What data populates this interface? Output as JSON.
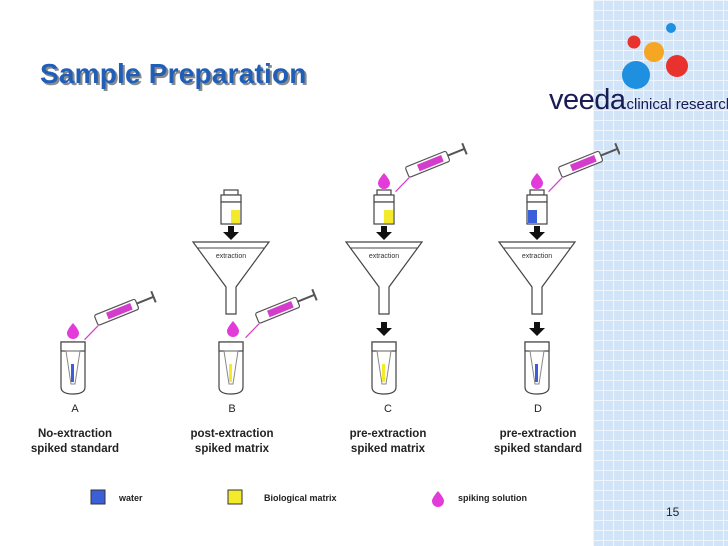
{
  "slide": {
    "title": "Sample Preparation",
    "number": "15"
  },
  "logo": {
    "main": "veeda",
    "sub": "clinical research",
    "dot_colors": [
      "#1f8fe0",
      "#f5a623",
      "#e8322e",
      "#9a7fc2"
    ]
  },
  "diagram": {
    "funnel_label": "extraction",
    "panels": [
      {
        "letter": "A",
        "line1": "No-extraction",
        "line2": "spiked standard"
      },
      {
        "letter": "B",
        "line1": "post-extraction",
        "line2": "spiked matrix"
      },
      {
        "letter": "C",
        "line1": "pre-extraction",
        "line2": "spiked matrix"
      },
      {
        "letter": "D",
        "line1": "pre-extraction",
        "line2": "spiked standard"
      }
    ],
    "legend": [
      {
        "label": "water",
        "color": "#3b5fd9"
      },
      {
        "label": "Biological matrix",
        "color": "#f2ea2a"
      },
      {
        "label": "spiking solution",
        "color": "#e23bd9"
      }
    ]
  }
}
